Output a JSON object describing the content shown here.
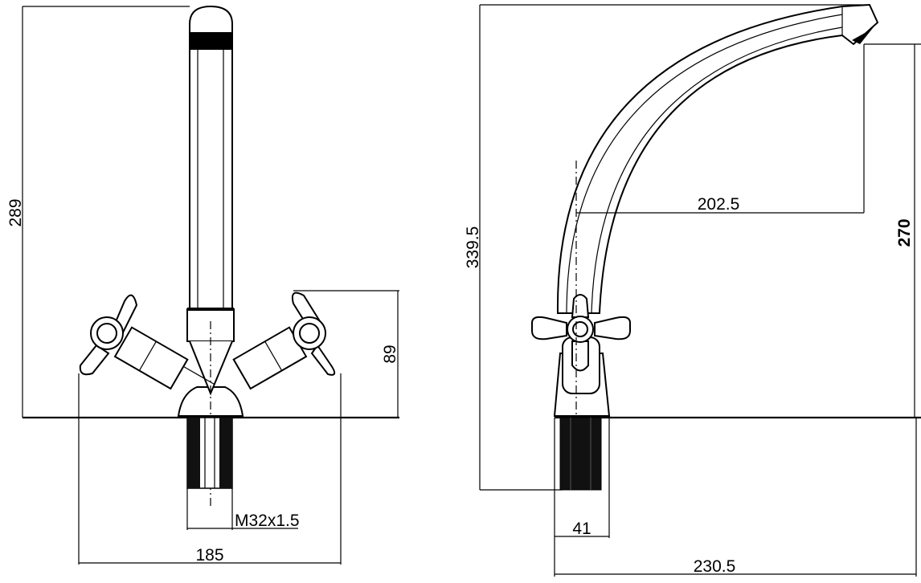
{
  "front_view": {
    "height_label": "289",
    "handle_height_label": "89",
    "thread_label": "M32x1.5",
    "width_label": "185"
  },
  "side_view": {
    "total_height_label": "339.5",
    "spout_height_label": "270",
    "spout_reach_label": "202.5",
    "base_width_label": "41",
    "total_depth_label": "230.5"
  }
}
